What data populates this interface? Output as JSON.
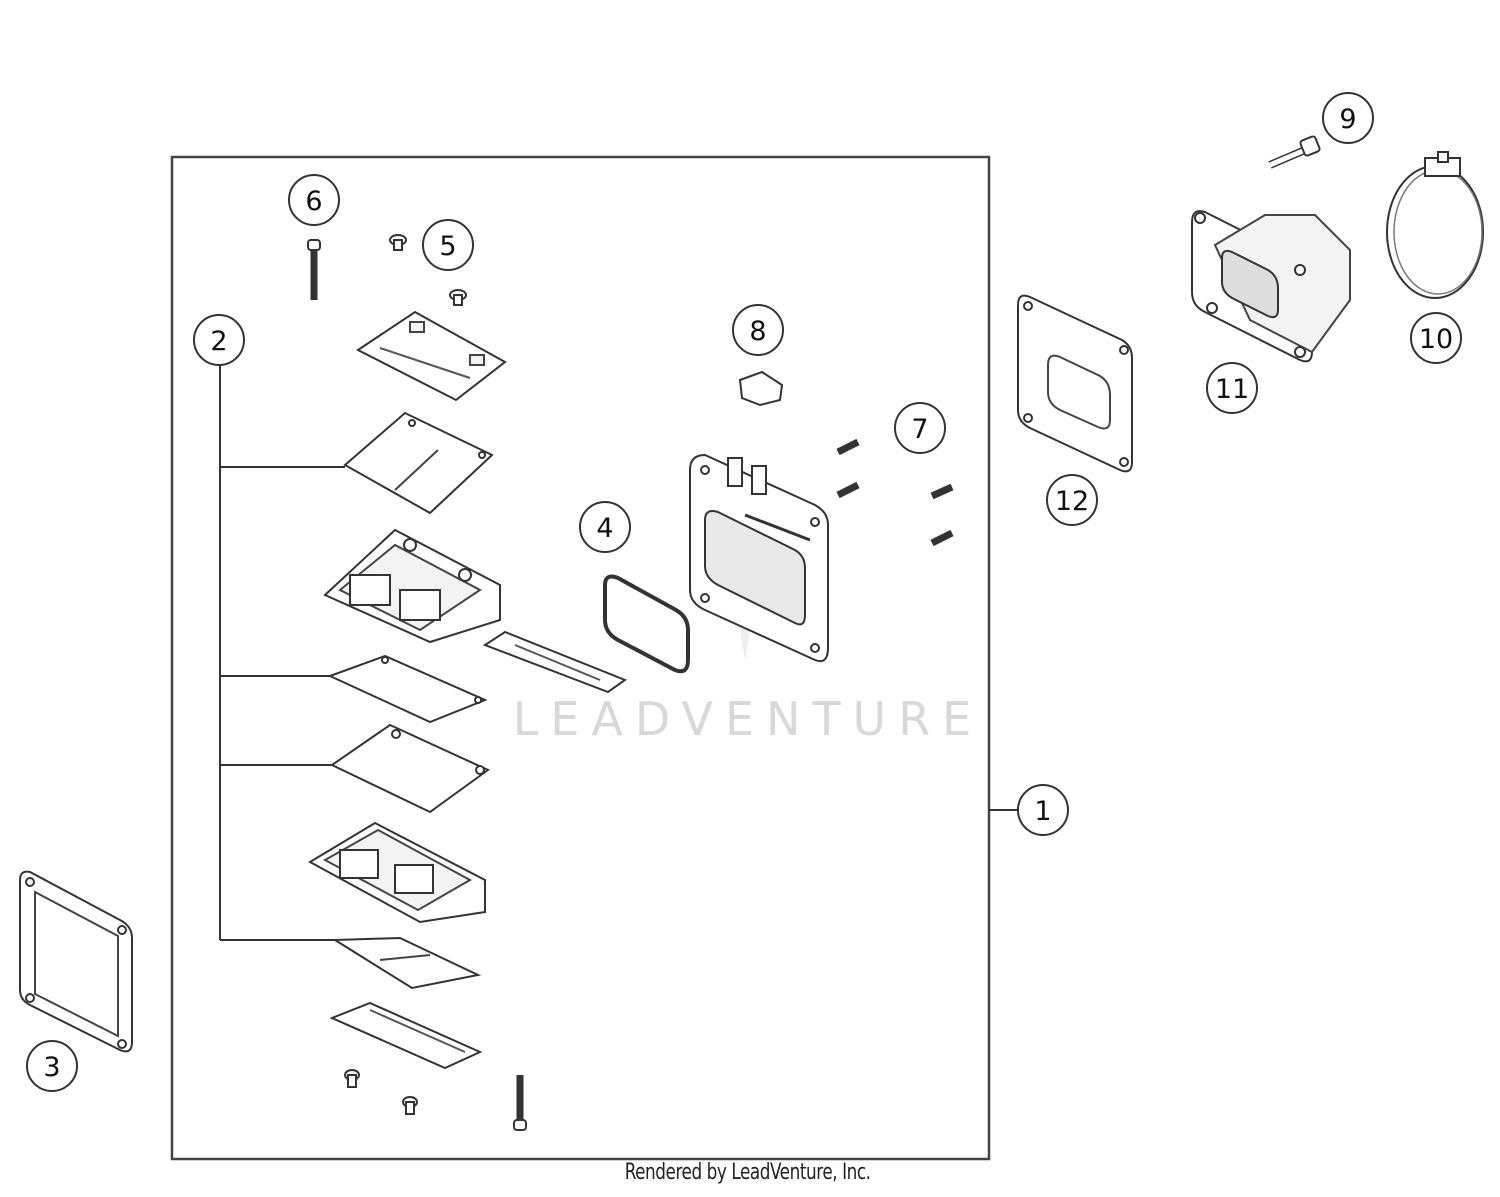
{
  "watermark": "LEADVENTURE",
  "footer": "Rendered by LeadVenture, Inc.",
  "callouts": [
    "1",
    "2",
    "3",
    "4",
    "5",
    "6",
    "7",
    "8",
    "9",
    "10",
    "11",
    "12"
  ]
}
